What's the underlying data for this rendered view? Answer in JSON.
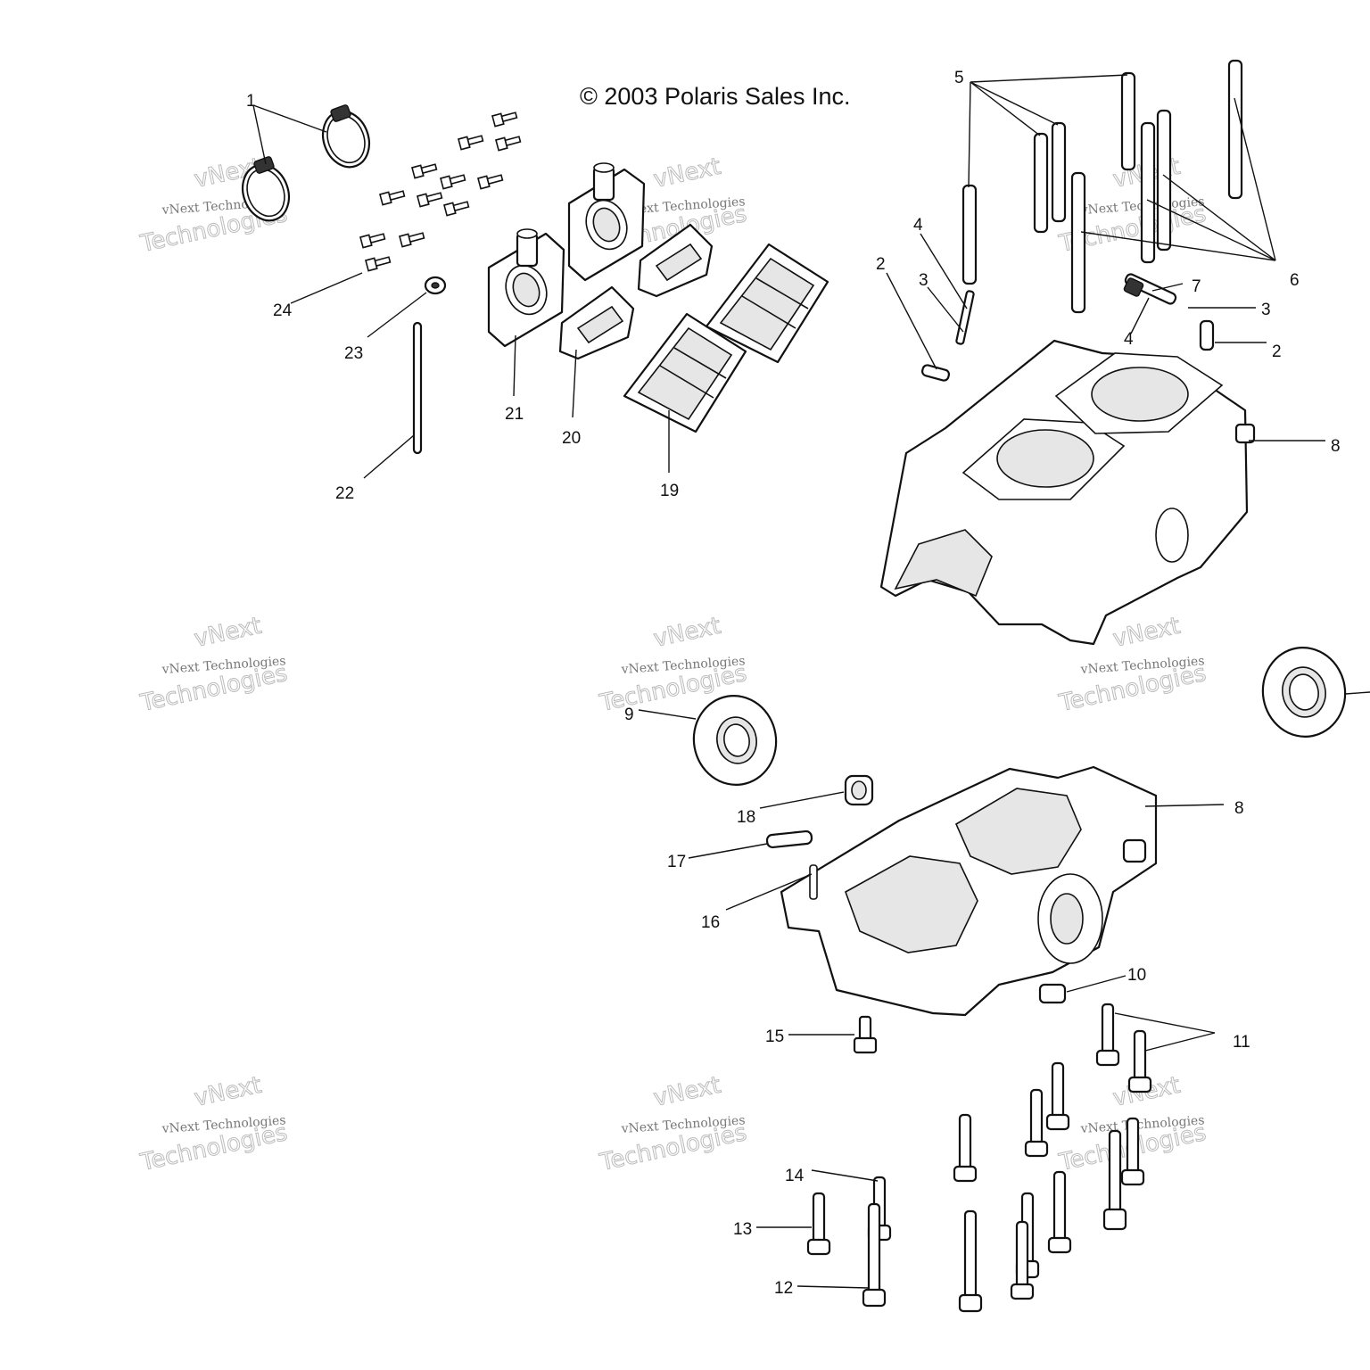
{
  "copyright": "© 2003 Polaris Sales Inc.",
  "watermark": {
    "top_word": "vNext",
    "line": "vNext Technologies",
    "big_word": "Technologies"
  },
  "callouts": [
    "1",
    "2",
    "3",
    "4",
    "5",
    "6",
    "7",
    "8",
    "9",
    "10",
    "11",
    "12",
    "13",
    "14",
    "15",
    "16",
    "17",
    "18",
    "19",
    "20",
    "21",
    "22",
    "23",
    "24"
  ],
  "callout_instances": [
    {
      "n": "1"
    },
    {
      "n": "24"
    },
    {
      "n": "23"
    },
    {
      "n": "22"
    },
    {
      "n": "21"
    },
    {
      "n": "20"
    },
    {
      "n": "19"
    },
    {
      "n": "5"
    },
    {
      "n": "4"
    },
    {
      "n": "3"
    },
    {
      "n": "2"
    },
    {
      "n": "6"
    },
    {
      "n": "7"
    },
    {
      "n": "3"
    },
    {
      "n": "4"
    },
    {
      "n": "2"
    },
    {
      "n": "8"
    },
    {
      "n": "9"
    },
    {
      "n": "18"
    },
    {
      "n": "17"
    },
    {
      "n": "16"
    },
    {
      "n": "8"
    },
    {
      "n": "10"
    },
    {
      "n": "15"
    },
    {
      "n": "11"
    },
    {
      "n": "14"
    },
    {
      "n": "13"
    },
    {
      "n": "12"
    }
  ]
}
